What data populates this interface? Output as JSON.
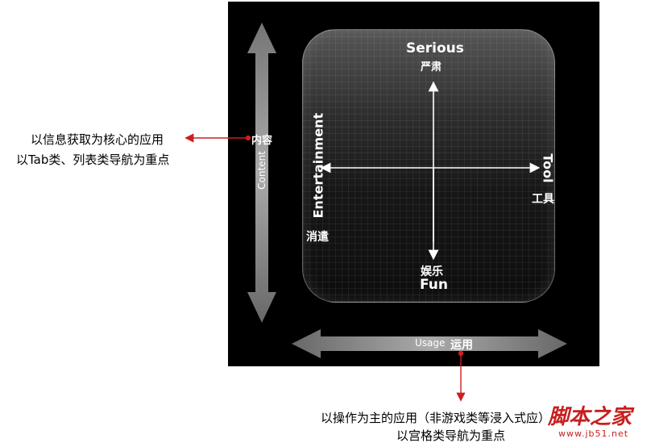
{
  "quadrant": {
    "top": {
      "en": "Serious",
      "zh": "严肃"
    },
    "bottom": {
      "en": "Fun",
      "zh": "娱乐"
    },
    "left": {
      "en": "Entertainment",
      "zh": "消遣"
    },
    "right": {
      "en": "Tool",
      "zh": "工具"
    }
  },
  "axes": {
    "vertical": {
      "en": "Content",
      "zh": "内容"
    },
    "horizontal": {
      "en": "Usage",
      "zh": "运用"
    }
  },
  "annotations": {
    "left_line1": "以信息获取为核心的应用",
    "left_line2": "以Tab类、列表类导航为重点",
    "bottom_line1": "以操作为主的应用（非游戏类等浸入式应）",
    "bottom_line2": "以宫格类导航为重点"
  },
  "watermark": {
    "text": "脚本之家",
    "url": "www.jb51.net"
  },
  "colors": {
    "annotation_line": "#cc1f1f",
    "panel": "#000000"
  }
}
